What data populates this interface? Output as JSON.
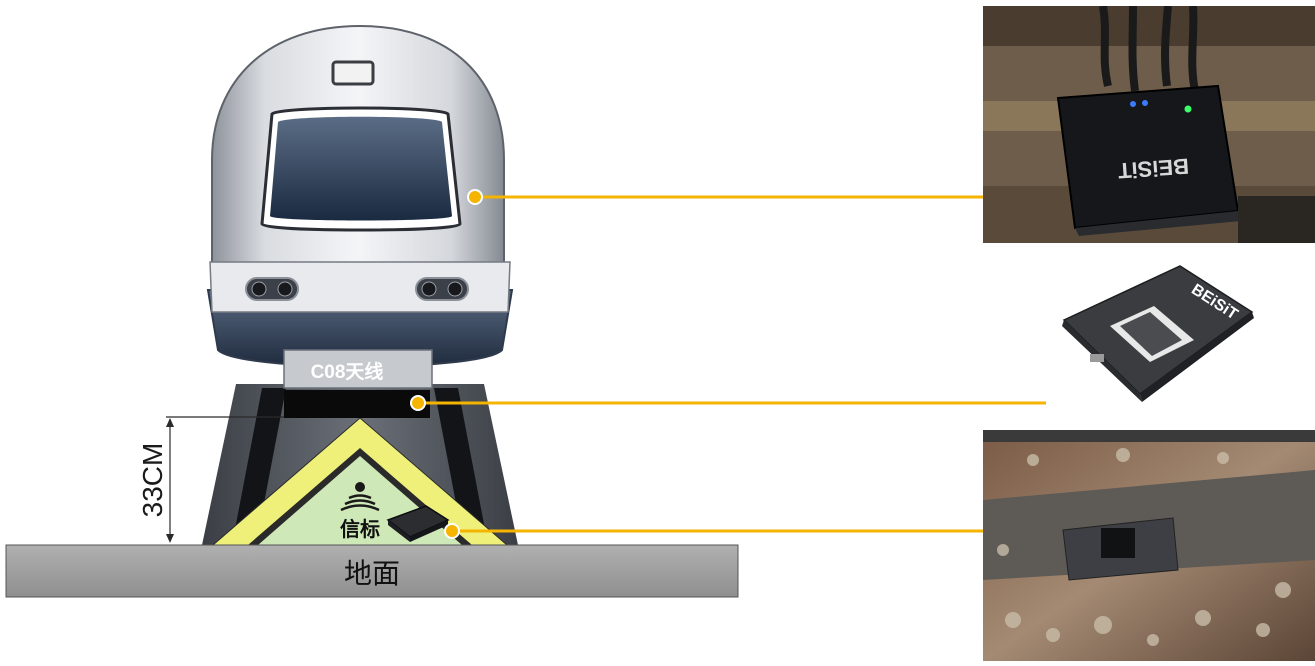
{
  "labels": {
    "antenna_plate": "C08天线",
    "height": "33CM",
    "beacon": "信标",
    "ground": "地面"
  },
  "photos": {
    "antenna_brand": "BEiSiT",
    "controller_brand": "BEiSiT"
  },
  "colors": {
    "connector": "#f5b400",
    "field_yellow": "#eef07a",
    "field_green": "#cfe8b8",
    "ground": "#999999",
    "cone": "#5a5f66"
  }
}
